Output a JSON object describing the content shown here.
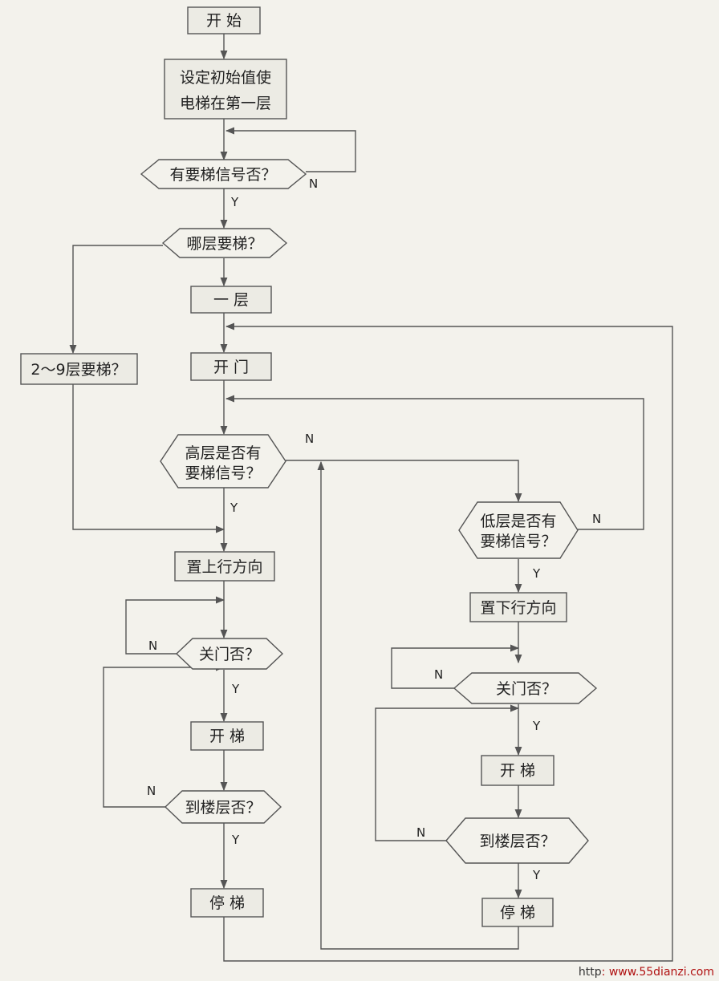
{
  "nodes": {
    "start": "开 始",
    "init_line1": "设定初始值使",
    "init_line2": "电梯在第一层",
    "has_signal": "有要梯信号否？",
    "which_floor": "哪层要梯？",
    "floor_1": "一  层",
    "floors_2_9": "2～9层要梯？",
    "open_door": "开  门",
    "higher_line1": "高层是否有",
    "higher_line2": "要梯信号？",
    "lower_line1": "低层是否有",
    "lower_line2": "要梯信号？",
    "set_up": "置上行方向",
    "set_down": "置下行方向",
    "door_closed_left": "关门否？",
    "door_closed_right": "关门否？",
    "start_lift_left": "开  梯",
    "start_lift_right": "开  梯",
    "arrived_left": "到楼层否？",
    "arrived_right": "到楼层否？",
    "stop_left": "停 梯",
    "stop_right": "停 梯"
  },
  "labels": {
    "yes": "Y",
    "no": "N"
  },
  "watermark": {
    "prefix": "http",
    "site": "www.55dianzi.com"
  }
}
